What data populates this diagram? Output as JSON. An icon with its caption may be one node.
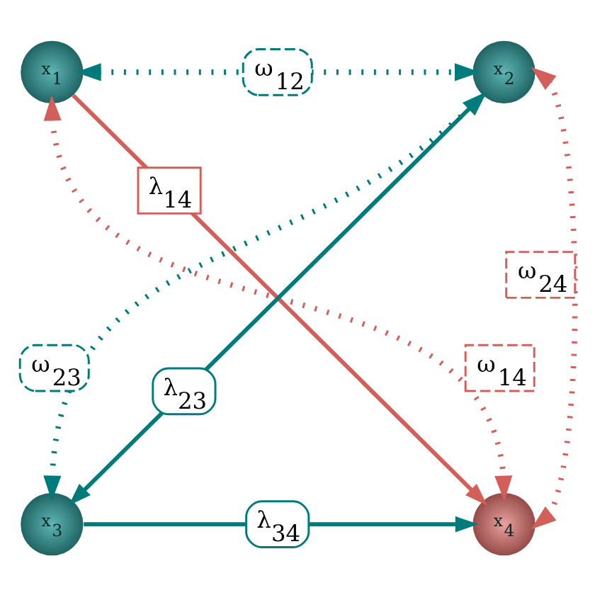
{
  "diagram": {
    "nodes": [
      {
        "text": [
          "x$_{1}$"
        ]
      },
      {
        "text": [
          "x$_{2}$"
        ]
      },
      {
        "text": [
          "x$_{3}$"
        ]
      },
      {
        "text": [
          "x$_{4}$"
        ]
      }
    ],
    "edges": [
      {
        "from": 0,
        "to": 1,
        "arrow": "both",
        "label": "ω$_{12}$",
        "style": "dashed"
      },
      {
        "from": 0,
        "to": 3,
        "arrow": "to",
        "label": "λ$_{14}$",
        "color": "#d35f5a"
      },
      {
        "from": 1,
        "to": 2,
        "arrow": "to",
        "label": "λ$_{23}$"
      },
      {
        "from": 1,
        "to": 3,
        "arrow": "both",
        "label": "ω$_{24}$",
        "style": "dashed",
        "color": "#d35f5a"
      },
      {
        "from": 1,
        "to": 2,
        "arrow": "both",
        "label": "ω$_{23}$",
        "style": "dashed"
      },
      {
        "from": 0,
        "to": 3,
        "arrow": "both",
        "label": "ω$_{14}$",
        "style": "dashed",
        "color": "#d35f5a"
      },
      {
        "from": 2,
        "to": 3,
        "arrow": "to",
        "label": "λ$_{34}$"
      }
    ]
  }
}
